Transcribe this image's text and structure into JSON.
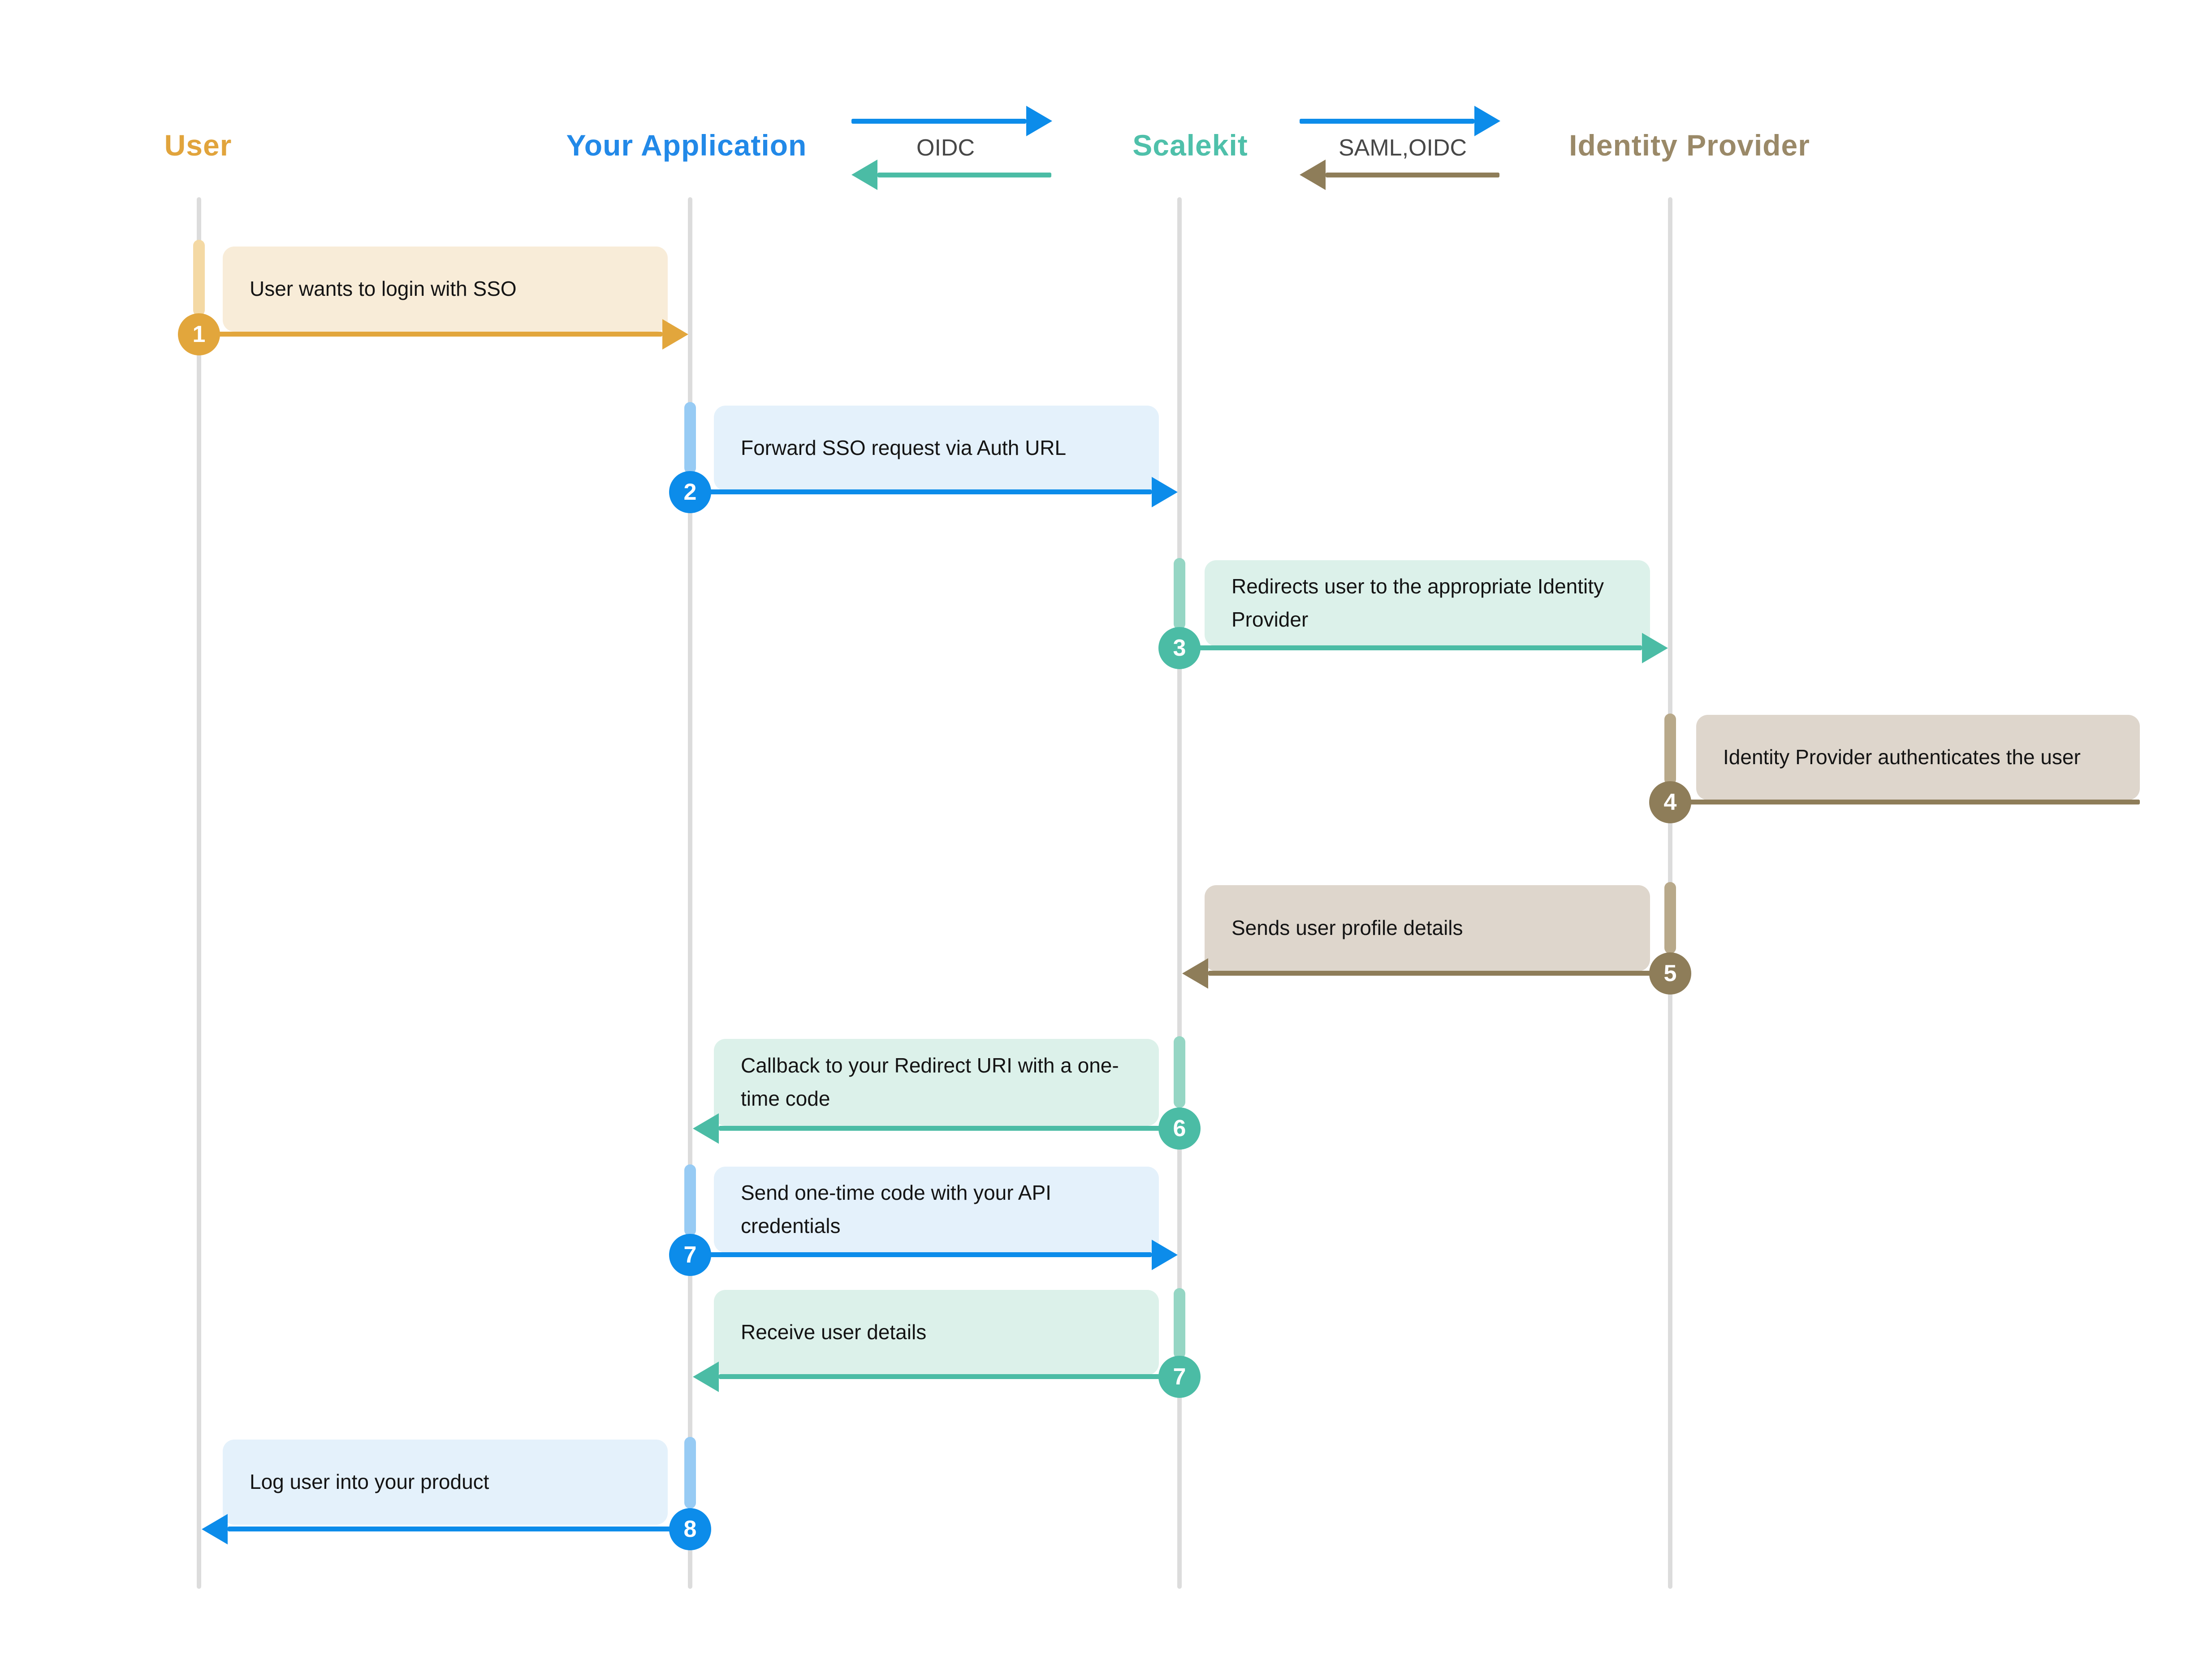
{
  "diagram": {
    "type": "sequence-diagram",
    "subject": "SSO login flow via Scalekit"
  },
  "actors": [
    {
      "name": "User",
      "color": "#E1A43C"
    },
    {
      "name": "Your Application",
      "color": "#2289E8"
    },
    {
      "name": "Scalekit",
      "color": "#4FC0AA"
    },
    {
      "name": "Identity Provider",
      "color": "#9A8968"
    }
  ],
  "protocols": [
    {
      "label": "OIDC",
      "forward_arrow_color": "#0C8CEA",
      "return_arrow_color": "#4BBCA5"
    },
    {
      "label": "SAML,OIDC",
      "forward_arrow_color": "#0C8CEA",
      "return_arrow_color": "#8E7D59"
    }
  ],
  "steps": [
    {
      "number": "1",
      "text": "User wants to login with SSO",
      "from": "User",
      "to": "Your Application",
      "direction": "right",
      "color": "#E2A63C",
      "box_color": "#F8ECD8"
    },
    {
      "number": "2",
      "text": "Forward SSO request via Auth URL",
      "from": "Your Application",
      "to": "Scalekit",
      "direction": "right",
      "color": "#0C8CEA",
      "box_color": "#E4F1FB"
    },
    {
      "number": "3",
      "text": "Redirects user to the appropriate Identity Provider",
      "from": "Scalekit",
      "to": "Identity Provider",
      "direction": "right",
      "color": "#4BBCA5",
      "box_color": "#DCF1EA"
    },
    {
      "number": "4",
      "text": "Identity Provider authenticates the user",
      "from": "Identity Provider",
      "to": "Identity Provider",
      "direction": "self",
      "color": "#8E7D59",
      "box_color": "#DED6CC"
    },
    {
      "number": "5",
      "text": "Sends user profile details",
      "from": "Identity Provider",
      "to": "Scalekit",
      "direction": "left",
      "color": "#8E7D59",
      "box_color": "#DED6CC"
    },
    {
      "number": "6",
      "text": "Callback to your Redirect URI with a one-time code",
      "from": "Scalekit",
      "to": "Your Application",
      "direction": "left",
      "color": "#4BBCA5",
      "box_color": "#DCF1EA"
    },
    {
      "number": "7",
      "text": "Send one-time code with your API credentials",
      "from": "Your Application",
      "to": "Scalekit",
      "direction": "right",
      "color": "#0C8CEA",
      "box_color": "#E4F1FB"
    },
    {
      "number": "7",
      "text": "Receive user details",
      "from": "Scalekit",
      "to": "Your Application",
      "direction": "left",
      "color": "#4BBCA5",
      "box_color": "#DCF1EA"
    },
    {
      "number": "8",
      "text": "Log user into your product",
      "from": "Your Application",
      "to": "User",
      "direction": "left",
      "color": "#0C8CEA",
      "box_color": "#E4F1FB"
    }
  ],
  "colors": {
    "lifeline": "#DCDCDC",
    "orange": "#E2A63C",
    "blue": "#0C8CEA",
    "teal": "#4BBCA5",
    "brown": "#8E7D59",
    "activation_orange": "#F4D9A4",
    "activation_blue": "#97CBF4",
    "activation_teal": "#95D6C4",
    "activation_brown": "#B8A98A",
    "protocol_label_text": "#474747",
    "message_text": "#141414",
    "background": "#FFFFFF"
  }
}
